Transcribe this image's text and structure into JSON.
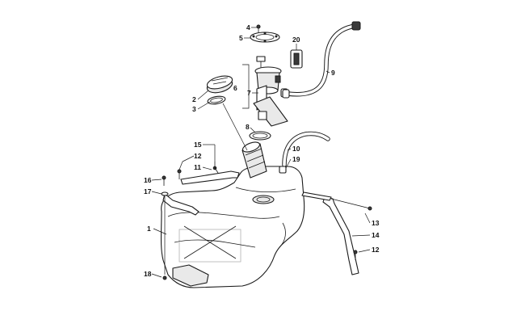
{
  "callouts": [
    {
      "id": "c1",
      "label": "1"
    },
    {
      "id": "c2",
      "label": "2"
    },
    {
      "id": "c3",
      "label": "3"
    },
    {
      "id": "c4",
      "label": "4"
    },
    {
      "id": "c5",
      "label": "5"
    },
    {
      "id": "c6",
      "label": "6"
    },
    {
      "id": "c7",
      "label": "7"
    },
    {
      "id": "c8",
      "label": "8"
    },
    {
      "id": "c9",
      "label": "9"
    },
    {
      "id": "c10",
      "label": "10"
    },
    {
      "id": "c11",
      "label": "11"
    },
    {
      "id": "c12a",
      "label": "12"
    },
    {
      "id": "c12b",
      "label": "12"
    },
    {
      "id": "c13",
      "label": "13"
    },
    {
      "id": "c14",
      "label": "14"
    },
    {
      "id": "c15",
      "label": "15"
    },
    {
      "id": "c16",
      "label": "16"
    },
    {
      "id": "c17",
      "label": "17"
    },
    {
      "id": "c18",
      "label": "18"
    },
    {
      "id": "c19",
      "label": "19"
    },
    {
      "id": "c20",
      "label": "20"
    }
  ]
}
